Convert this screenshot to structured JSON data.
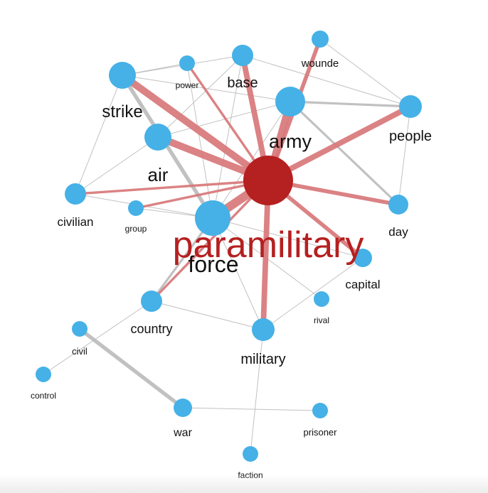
{
  "graph": {
    "center_word": "paramilitary",
    "colors": {
      "center": "#b52020",
      "node": "#45b1e6",
      "center_edge": "#d9787a",
      "edge": "#bbbbbb",
      "label": "#111111",
      "center_label": "#b52020"
    },
    "nodes": [
      {
        "id": "paramilitary",
        "label": "paramilitary",
        "center": true
      },
      {
        "id": "force",
        "label": "force"
      },
      {
        "id": "army",
        "label": "army"
      },
      {
        "id": "strike",
        "label": "strike"
      },
      {
        "id": "air",
        "label": "air"
      },
      {
        "id": "base",
        "label": "base"
      },
      {
        "id": "people",
        "label": "people"
      },
      {
        "id": "military",
        "label": "military"
      },
      {
        "id": "country",
        "label": "country"
      },
      {
        "id": "capital",
        "label": "capital"
      },
      {
        "id": "day",
        "label": "day"
      },
      {
        "id": "civilian",
        "label": "civilian"
      },
      {
        "id": "wounde",
        "label": "wounde"
      },
      {
        "id": "war",
        "label": "war"
      },
      {
        "id": "power",
        "label": "power"
      },
      {
        "id": "group",
        "label": "group"
      },
      {
        "id": "rival",
        "label": "rival"
      },
      {
        "id": "civil",
        "label": "civil"
      },
      {
        "id": "control",
        "label": "control"
      },
      {
        "id": "prisoner",
        "label": "prisoner"
      },
      {
        "id": "faction",
        "label": "faction"
      }
    ],
    "edges": [
      {
        "source": "paramilitary",
        "target": "force",
        "weight": 5
      },
      {
        "source": "paramilitary",
        "target": "army",
        "weight": 4
      },
      {
        "source": "paramilitary",
        "target": "strike",
        "weight": 4
      },
      {
        "source": "paramilitary",
        "target": "air",
        "weight": 4
      },
      {
        "source": "paramilitary",
        "target": "base",
        "weight": 3
      },
      {
        "source": "paramilitary",
        "target": "people",
        "weight": 3
      },
      {
        "source": "paramilitary",
        "target": "military",
        "weight": 3
      },
      {
        "source": "paramilitary",
        "target": "wounde",
        "weight": 2
      },
      {
        "source": "paramilitary",
        "target": "day",
        "weight": 2
      },
      {
        "source": "paramilitary",
        "target": "capital",
        "weight": 2
      },
      {
        "source": "paramilitary",
        "target": "civilian",
        "weight": 1
      },
      {
        "source": "paramilitary",
        "target": "group",
        "weight": 1
      },
      {
        "source": "paramilitary",
        "target": "power",
        "weight": 1
      },
      {
        "source": "paramilitary",
        "target": "country",
        "weight": 1
      },
      {
        "source": "force",
        "target": "country",
        "weight": 2
      },
      {
        "source": "strike",
        "target": "force",
        "weight": 3
      },
      {
        "source": "army",
        "target": "people",
        "weight": 2
      },
      {
        "source": "army",
        "target": "day",
        "weight": 2
      },
      {
        "source": "army",
        "target": "air",
        "weight": 1
      },
      {
        "source": "army",
        "target": "force",
        "weight": 1
      },
      {
        "source": "strike",
        "target": "power",
        "weight": 1
      },
      {
        "source": "strike",
        "target": "base",
        "weight": 1
      },
      {
        "source": "strike",
        "target": "army",
        "weight": 1
      },
      {
        "source": "strike",
        "target": "civilian",
        "weight": 1
      },
      {
        "source": "air",
        "target": "civilian",
        "weight": 1
      },
      {
        "source": "air",
        "target": "base",
        "weight": 1
      },
      {
        "source": "base",
        "target": "people",
        "weight": 1
      },
      {
        "source": "base",
        "target": "force",
        "weight": 1
      },
      {
        "source": "power",
        "target": "force",
        "weight": 1
      },
      {
        "source": "wounde",
        "target": "people",
        "weight": 1
      },
      {
        "source": "people",
        "target": "day",
        "weight": 1
      },
      {
        "source": "civilian",
        "target": "force",
        "weight": 1
      },
      {
        "source": "group",
        "target": "force",
        "weight": 1
      },
      {
        "source": "force",
        "target": "military",
        "weight": 1
      },
      {
        "source": "force",
        "target": "rival",
        "weight": 1
      },
      {
        "source": "force",
        "target": "capital",
        "weight": 1
      },
      {
        "source": "country",
        "target": "military",
        "weight": 1
      },
      {
        "source": "military",
        "target": "capital",
        "weight": 1
      },
      {
        "source": "military",
        "target": "faction",
        "weight": 1
      },
      {
        "source": "country",
        "target": "control",
        "weight": 1
      },
      {
        "source": "civil",
        "target": "war",
        "weight": 3
      },
      {
        "source": "war",
        "target": "prisoner",
        "weight": 1
      }
    ]
  }
}
